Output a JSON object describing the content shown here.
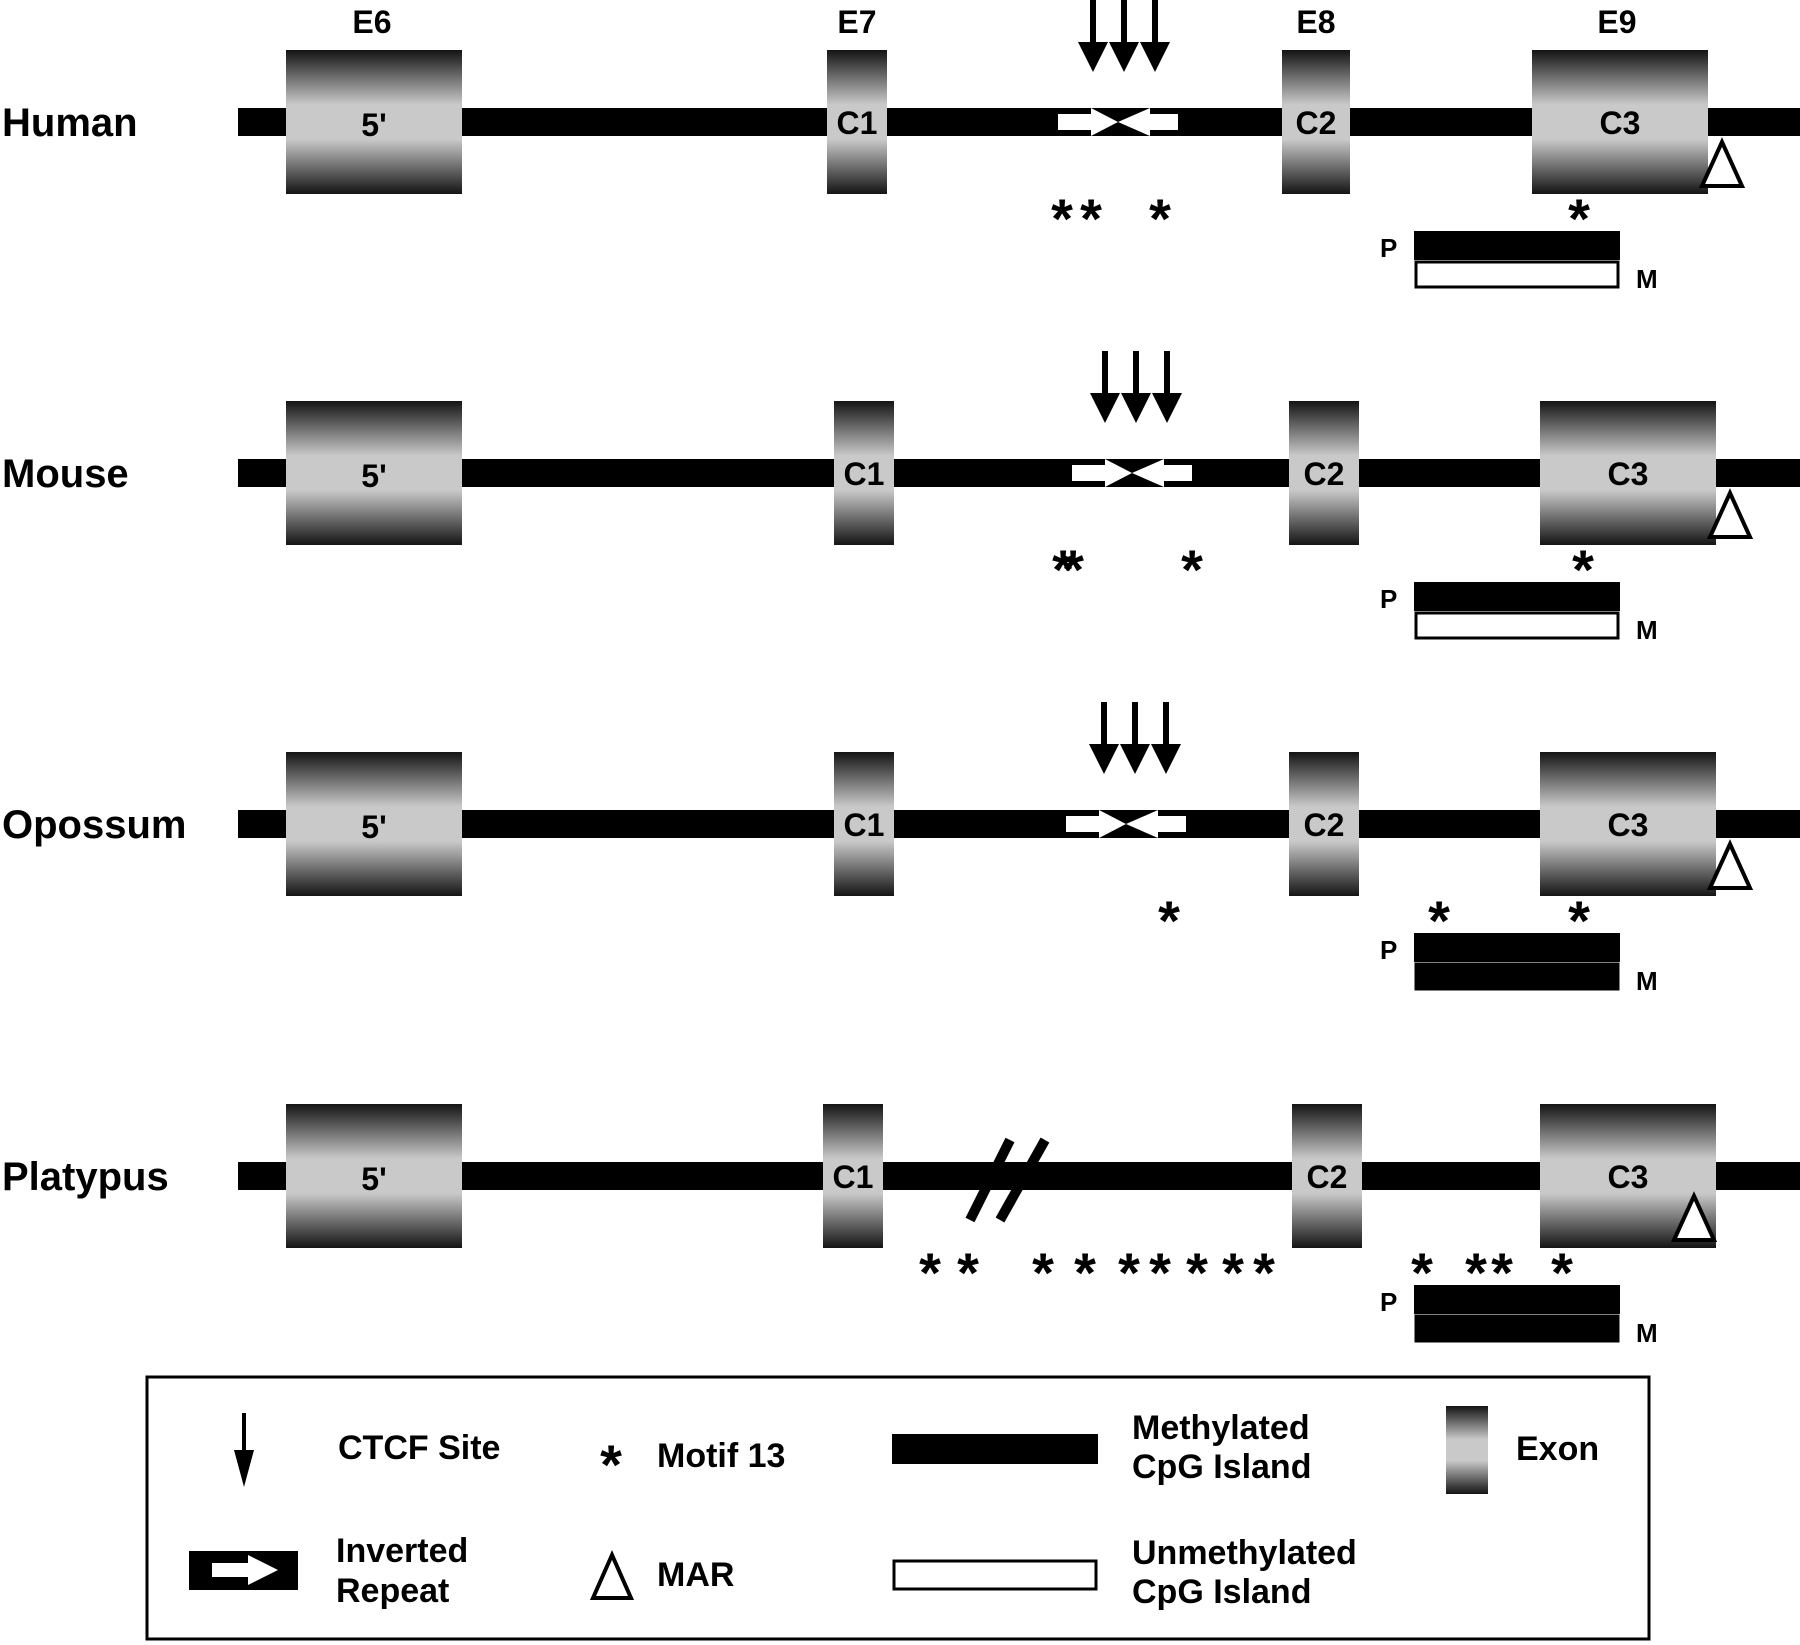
{
  "figure": {
    "exon_headers": [
      "E6",
      "E7",
      "E8",
      "E9"
    ],
    "colors": {
      "line": "#000000",
      "exon_dark": "#111111",
      "exon_light": "#c8c8c8",
      "background": "#ffffff"
    },
    "species": [
      {
        "name": "Human",
        "exons": [
          "5'",
          "C1",
          "C2",
          "C3"
        ],
        "ctcf_sites": 3,
        "inverted_repeat": true,
        "break_mark": false,
        "motif13_intron": "** *",
        "motif13_cpg": "*",
        "cpg_paternal": "methylated",
        "cpg_maternal": "unmethylated",
        "mar": true,
        "allele_labels": [
          "P",
          "M"
        ]
      },
      {
        "name": "Mouse",
        "exons": [
          "5'",
          "C1",
          "C2",
          "C3"
        ],
        "ctcf_sites": 3,
        "inverted_repeat": true,
        "break_mark": false,
        "motif13_intron": "** *",
        "motif13_cpg": "*",
        "cpg_paternal": "methylated",
        "cpg_maternal": "unmethylated",
        "mar": true,
        "allele_labels": [
          "P",
          "M"
        ]
      },
      {
        "name": "Opossum",
        "exons": [
          "5'",
          "C1",
          "C2",
          "C3"
        ],
        "ctcf_sites": 3,
        "inverted_repeat": true,
        "break_mark": false,
        "motif13_intron": "*",
        "motif13_cpg": "*        *",
        "cpg_paternal": "methylated",
        "cpg_maternal": "methylated",
        "mar": true,
        "allele_labels": [
          "P",
          "M"
        ]
      },
      {
        "name": "Platypus",
        "exons": [
          "5'",
          "C1",
          "C2",
          "C3"
        ],
        "ctcf_sites": 0,
        "inverted_repeat": false,
        "break_mark": true,
        "motif13_intron": "**  * * ******",
        "motif13_cpg": "* **  *",
        "cpg_paternal": "methylated",
        "cpg_maternal": "methylated",
        "mar": true,
        "allele_labels": [
          "P",
          "M"
        ]
      }
    ]
  },
  "legend": {
    "items": [
      {
        "icon": "ctcf-arrow-icon",
        "label": "CTCF Site"
      },
      {
        "icon": "asterisk-icon",
        "label": "Motif 13"
      },
      {
        "icon": "methylated-bar-icon",
        "label_lines": [
          "Methylated",
          "CpG Island"
        ]
      },
      {
        "icon": "exon-gradient-icon",
        "label": "Exon"
      },
      {
        "icon": "inverted-repeat-icon",
        "label_lines": [
          "Inverted",
          "Repeat"
        ]
      },
      {
        "icon": "mar-triangle-icon",
        "label": "MAR"
      },
      {
        "icon": "unmethylated-bar-icon",
        "label_lines": [
          "Unmethylated",
          "CpG Island"
        ]
      }
    ],
    "asterisk": "*"
  }
}
